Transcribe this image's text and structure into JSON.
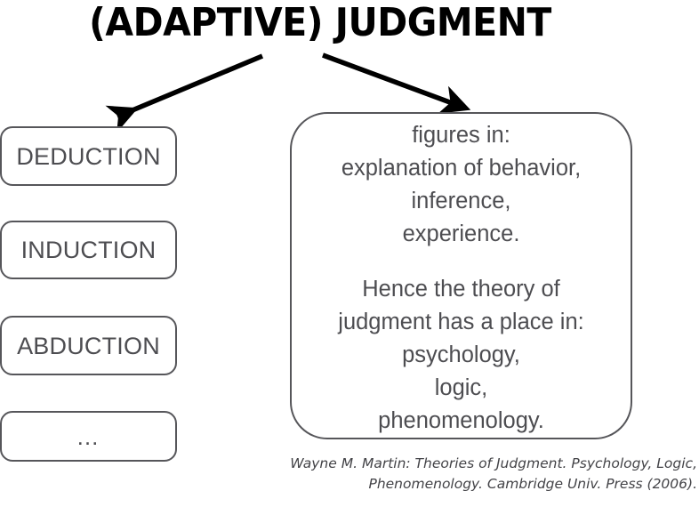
{
  "slide": {
    "title": "(ADAPTIVE) JUDGMENT",
    "background_color": "#ffffff",
    "title_color": "#000000",
    "box_border_color": "#56565a",
    "box_text_color": "#4d4d51",
    "arrow_color": "#000000"
  },
  "modes": [
    {
      "label": "DEDUCTION"
    },
    {
      "label": "INDUCTION"
    },
    {
      "label": "ABDUCTION"
    },
    {
      "label": "…"
    }
  ],
  "detail": {
    "paragraph1": {
      "line1": "figures in:",
      "line2": "explanation of behavior,",
      "line3": "inference,",
      "line4": "experience."
    },
    "paragraph2": {
      "line1": "Hence the theory of",
      "line2": "judgment has a place in:",
      "line3": "psychology,",
      "line4": "logic,",
      "line5": "phenomenology."
    }
  },
  "citation": {
    "line1": "Wayne M. Martin: Theories of Judgment. Psychology, Logic,",
    "line2": "Phenomenology. Cambridge Univ. Press (2006)."
  },
  "arrows": {
    "left_arrow_name": "arrow-to-inference-types",
    "right_arrow_name": "arrow-to-detail-box"
  }
}
